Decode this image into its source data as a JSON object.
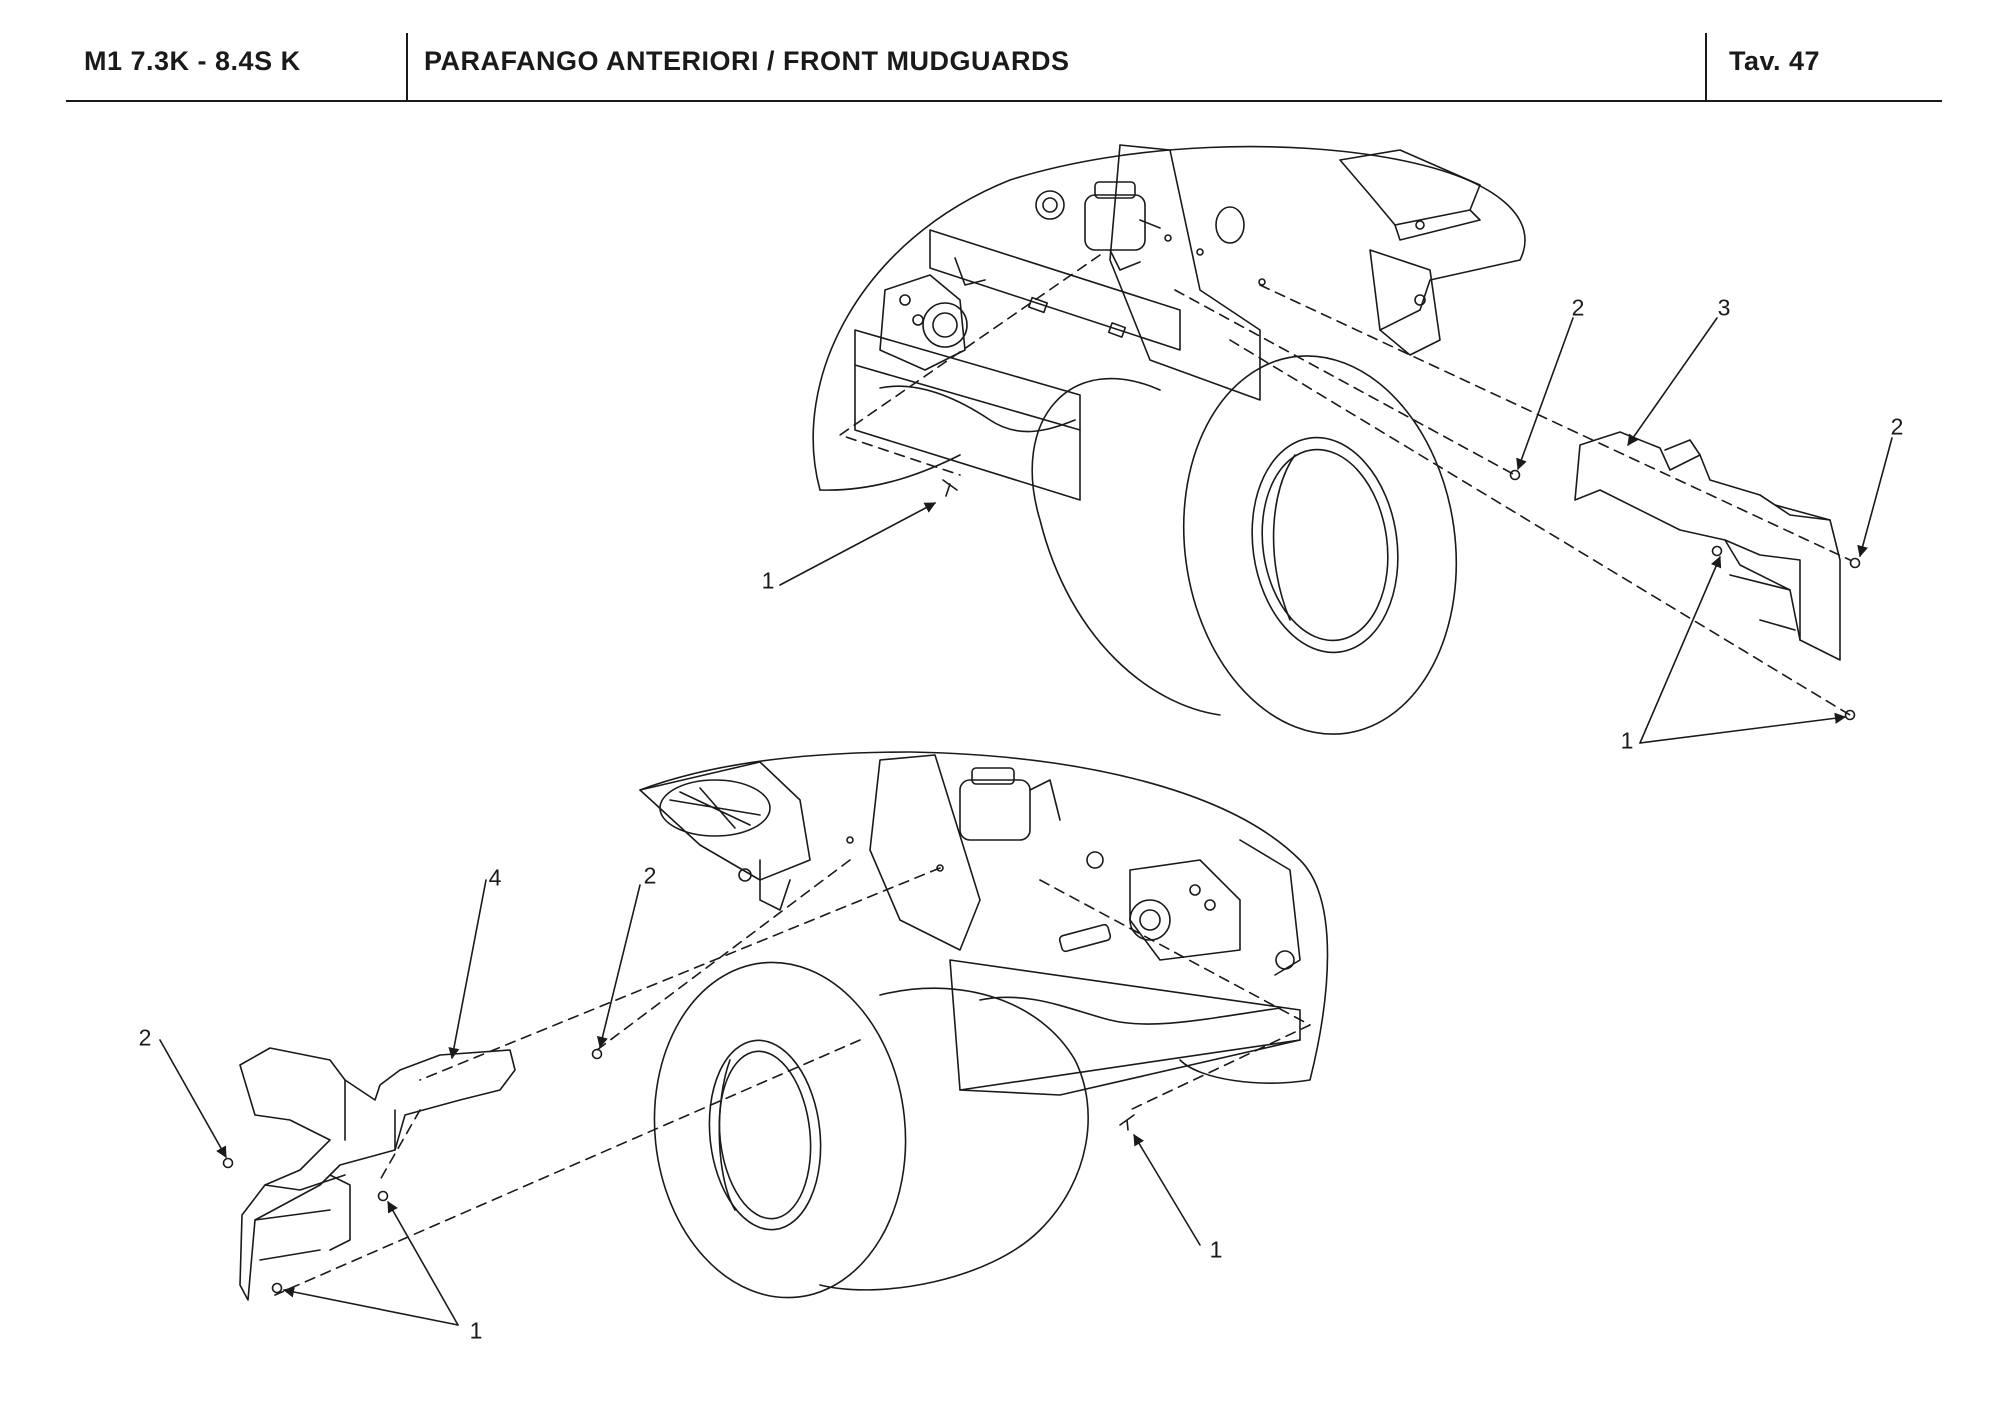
{
  "header": {
    "model": "M1 7.3K - 8.4S K",
    "title": "PARAFANGO ANTERIORI / FRONT MUDGUARDS",
    "table_label": "Tav.  47"
  },
  "drawing": {
    "line_color": "#1a1a1a",
    "upper_view": {
      "callouts": {
        "screw_a": "1",
        "nut_a": "2",
        "mudguard_right": "3",
        "nut_b": "2",
        "screws_b": "1"
      }
    },
    "lower_view": {
      "callouts": {
        "mudguard_left": "4",
        "nut_c": "2",
        "nut_d": "2",
        "screws_c": "1",
        "screw_d": "1"
      }
    }
  }
}
